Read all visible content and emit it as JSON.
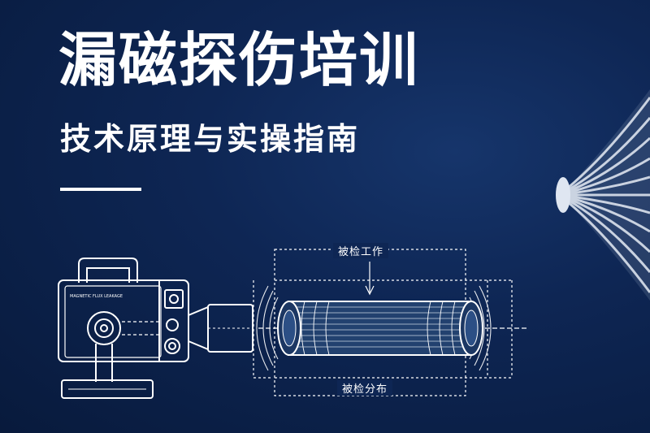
{
  "title": "漏磁探伤培训",
  "subtitle": "技术原理与实操指南",
  "diagram": {
    "label_top": "被检工作",
    "label_bottom": "被检分布",
    "device_plate": "MAGNETIC FLUX LEAKAGE"
  },
  "colors": {
    "background": "#0e2654",
    "line": "#ffffff",
    "accent": "#c9d3e3"
  }
}
